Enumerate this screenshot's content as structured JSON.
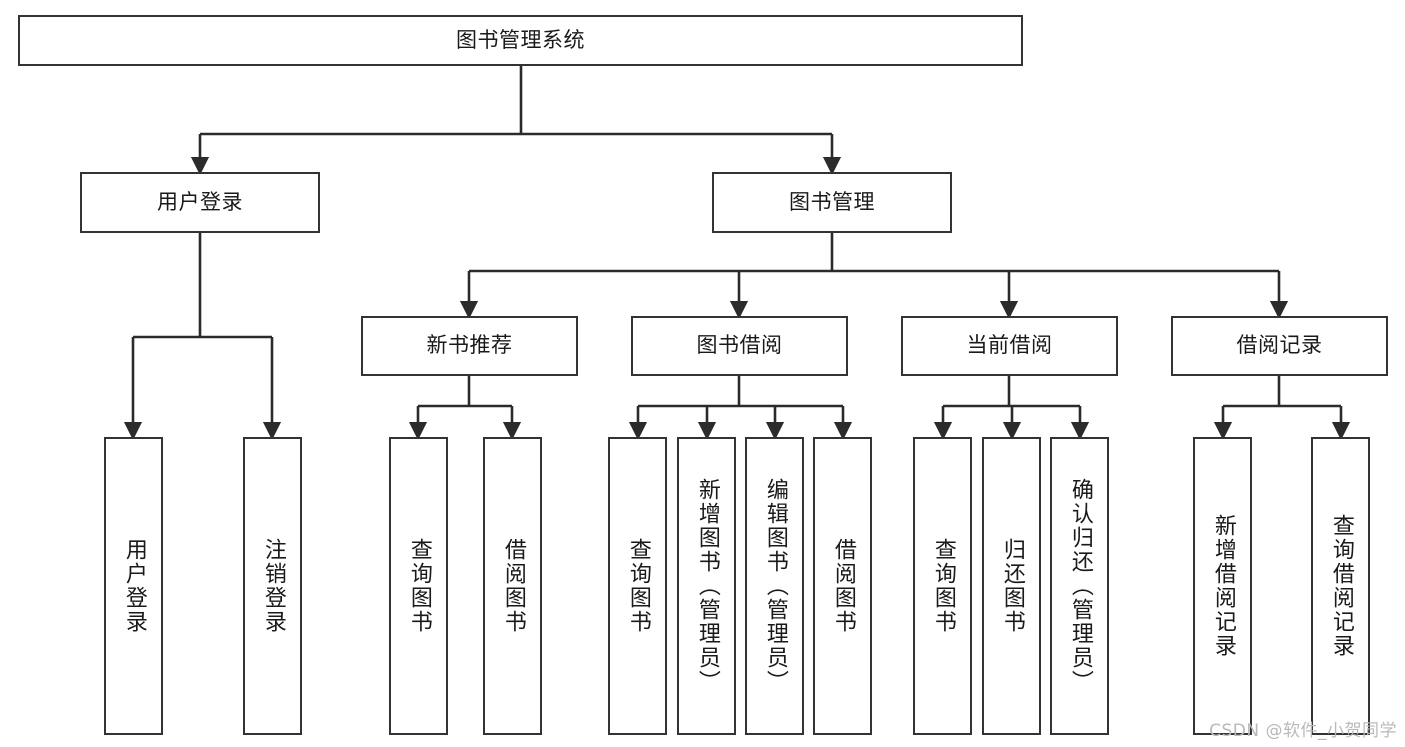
{
  "diagram": {
    "title": "图书管理系统",
    "type": "tree",
    "watermark": "CSDN @软件_小贺同学",
    "colors": {
      "box_stroke": "#333333",
      "box_fill": "#ffffff",
      "connector": "#2b2b2b",
      "text": "#1a1a1a",
      "watermark": "#b9b9b9",
      "background": "#ffffff"
    },
    "nodes": {
      "root": {
        "label": "图书管理系统",
        "orientation": "horizontal"
      },
      "level2": [
        {
          "id": "user-login",
          "label": "用户登录",
          "orientation": "horizontal"
        },
        {
          "id": "book-manage",
          "label": "图书管理",
          "orientation": "horizontal"
        }
      ],
      "level3": [
        {
          "id": "new-book-recommend",
          "label": "新书推荐",
          "orientation": "horizontal"
        },
        {
          "id": "book-borrow",
          "label": "图书借阅",
          "orientation": "horizontal"
        },
        {
          "id": "current-borrow",
          "label": "当前借阅",
          "orientation": "horizontal"
        },
        {
          "id": "borrow-record",
          "label": "借阅记录",
          "orientation": "horizontal"
        }
      ],
      "leaves": [
        {
          "id": "leaf-user-login",
          "parent": "user-login",
          "label": "用户登录",
          "orientation": "vertical"
        },
        {
          "id": "leaf-logout",
          "parent": "user-login",
          "label": "注销登录",
          "orientation": "vertical"
        },
        {
          "id": "leaf-query-book-1",
          "parent": "new-book-recommend",
          "label": "查询图书",
          "orientation": "vertical"
        },
        {
          "id": "leaf-borrow-book-1",
          "parent": "new-book-recommend",
          "label": "借阅图书",
          "orientation": "vertical"
        },
        {
          "id": "leaf-query-book-2",
          "parent": "book-borrow",
          "label": "查询图书",
          "orientation": "vertical"
        },
        {
          "id": "leaf-add-book",
          "parent": "book-borrow",
          "label": "新增图书（管理员）",
          "orientation": "vertical"
        },
        {
          "id": "leaf-edit-book",
          "parent": "book-borrow",
          "label": "编辑图书（管理员）",
          "orientation": "vertical"
        },
        {
          "id": "leaf-borrow-book-2",
          "parent": "book-borrow",
          "label": "借阅图书",
          "orientation": "vertical"
        },
        {
          "id": "leaf-query-book-3",
          "parent": "current-borrow",
          "label": "查询图书",
          "orientation": "vertical"
        },
        {
          "id": "leaf-return-book",
          "parent": "current-borrow",
          "label": "归还图书",
          "orientation": "vertical"
        },
        {
          "id": "leaf-confirm-return",
          "parent": "current-borrow",
          "label": "确认归还（管理员）",
          "orientation": "vertical"
        },
        {
          "id": "leaf-add-record",
          "parent": "borrow-record",
          "label": "新增借阅记录",
          "orientation": "vertical"
        },
        {
          "id": "leaf-query-record",
          "parent": "borrow-record",
          "label": "查询借阅记录",
          "orientation": "vertical"
        }
      ]
    }
  }
}
